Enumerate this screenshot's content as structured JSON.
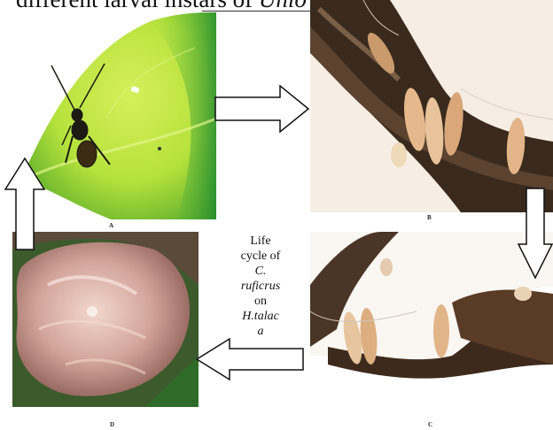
{
  "heading": {
    "prefix": "different larval instars of ",
    "species": "Unio parvetus."
  },
  "panels": [
    {
      "id": "A",
      "label": "A"
    },
    {
      "id": "B",
      "label": "B"
    },
    {
      "id": "C",
      "label": "C"
    },
    {
      "id": "D",
      "label": "D"
    }
  ],
  "caption": {
    "line1": "Life",
    "line2": "cycle of",
    "line3": "C.",
    "line4": "ruficrus",
    "line5": "on",
    "line6": "H.talac",
    "line7": "a"
  }
}
